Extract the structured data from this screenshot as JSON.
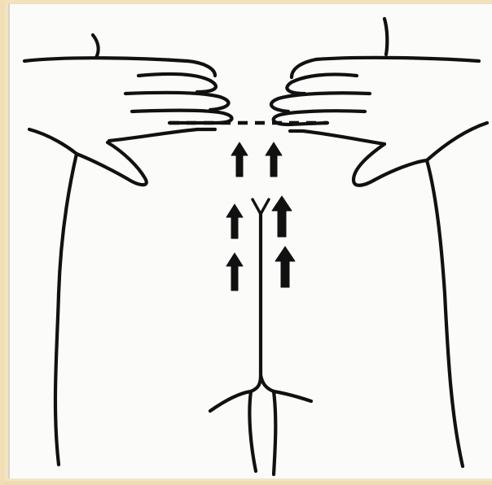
{
  "illustration": {
    "subject": "hands-on-back-massage",
    "ink_color": "#111111",
    "paper_color": "#fbfbfa",
    "frame_color": "#f3e5c2",
    "arrow_direction": "up",
    "arrow_count": 6,
    "icons": [
      "left-hand-icon",
      "right-hand-icon",
      "up-arrow-icon",
      "spine-icon"
    ]
  }
}
